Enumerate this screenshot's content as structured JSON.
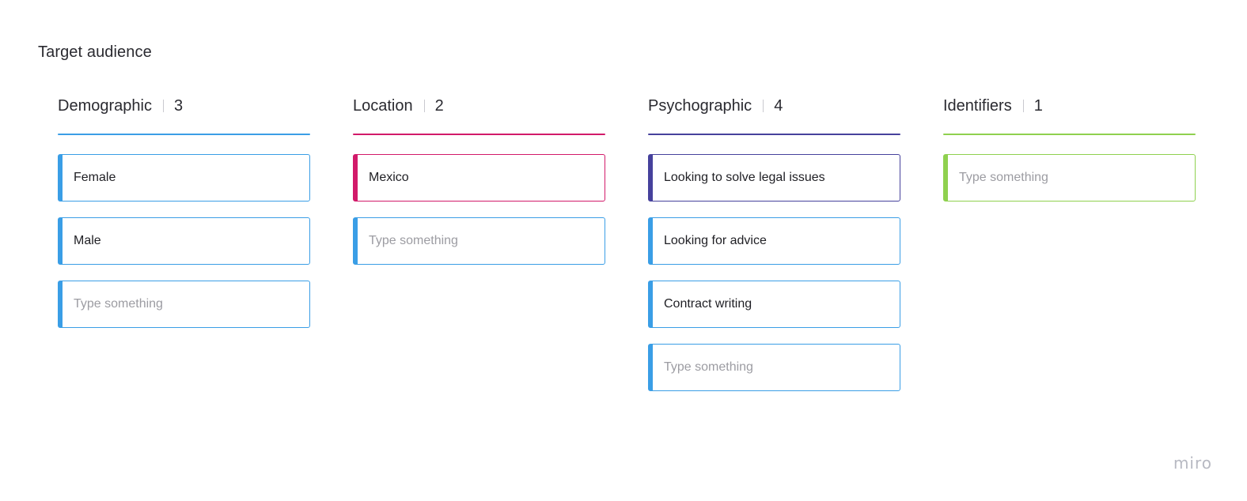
{
  "board": {
    "title": "Target audience"
  },
  "colors": {
    "blue": "#3a9ee6",
    "magenta": "#d21a6a",
    "indigo": "#46419c",
    "green": "#8fd14f"
  },
  "columns": [
    {
      "title": "Demographic",
      "count": "3",
      "accent": "#3a9ee6",
      "cards": [
        {
          "text": "Female",
          "placeholder": false,
          "accent": "#3a9ee6"
        },
        {
          "text": "Male",
          "placeholder": false,
          "accent": "#3a9ee6"
        },
        {
          "text": "Type something",
          "placeholder": true,
          "accent": "#3a9ee6"
        }
      ]
    },
    {
      "title": "Location",
      "count": "2",
      "accent": "#d21a6a",
      "cards": [
        {
          "text": "Mexico",
          "placeholder": false,
          "accent": "#d21a6a"
        },
        {
          "text": "Type something",
          "placeholder": true,
          "accent": "#3a9ee6"
        }
      ]
    },
    {
      "title": "Psychographic",
      "count": "4",
      "accent": "#46419c",
      "cards": [
        {
          "text": "Looking to solve legal issues",
          "placeholder": false,
          "accent": "#46419c"
        },
        {
          "text": "Looking for advice",
          "placeholder": false,
          "accent": "#3a9ee6"
        },
        {
          "text": "Contract writing",
          "placeholder": false,
          "accent": "#3a9ee6"
        },
        {
          "text": "Type something",
          "placeholder": true,
          "accent": "#3a9ee6"
        }
      ]
    },
    {
      "title": "Identifiers",
      "count": "1",
      "accent": "#8fd14f",
      "cards": [
        {
          "text": "Type something",
          "placeholder": true,
          "accent": "#8fd14f"
        }
      ]
    }
  ],
  "branding": {
    "logo_text": "miro",
    "logo_icon": "miro-logo"
  }
}
